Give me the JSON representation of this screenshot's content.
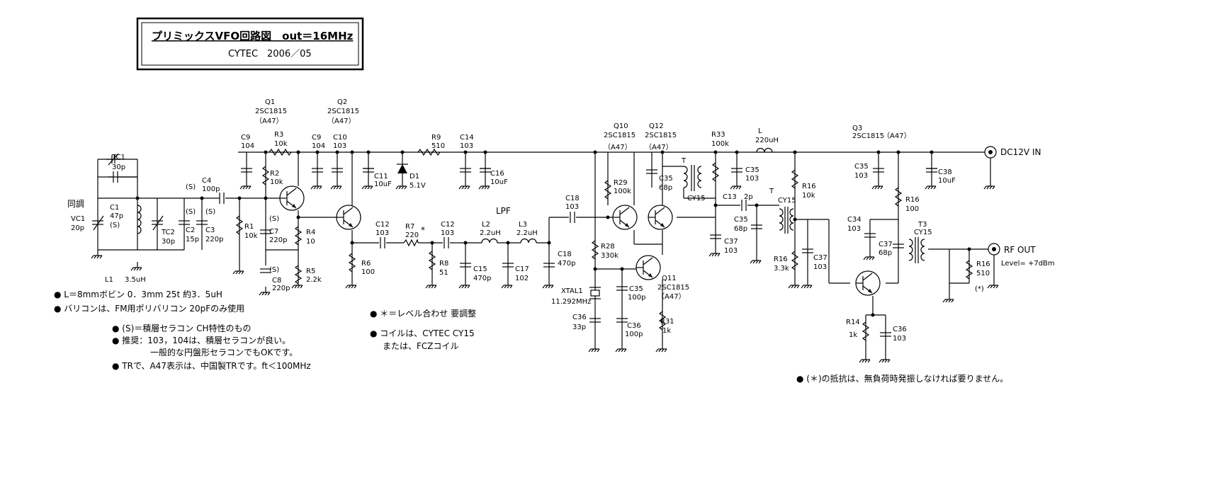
{
  "title": {
    "main": "プリミックスVFO回路図　out＝16MHz",
    "sub": "CYTEC　2006／05"
  },
  "sections": {
    "tuning": "同調",
    "lpf": "LPF",
    "dc_in": "DC12V IN",
    "rf_out": "RF OUT",
    "rf_level": "Level= +7dBm"
  },
  "transistors": [
    {
      "ref": "Q1",
      "part": "2SC1815",
      "mark": "（A47）"
    },
    {
      "ref": "Q2",
      "part": "2SC1815",
      "mark": "（A47）"
    },
    {
      "ref": "Q10",
      "part": "2SC1815",
      "mark": "（A47）"
    },
    {
      "ref": "Q12",
      "part": "2SC1815",
      "mark": "（A47）"
    },
    {
      "ref": "Q11",
      "part": "2SC1815",
      "mark": "（A47）"
    },
    {
      "ref": "Q3",
      "part": "2SC1815",
      "mark": "（A47）"
    }
  ],
  "components": {
    "TC1": {
      "ref": "TC1",
      "val": "30p"
    },
    "C1": {
      "ref": "C1",
      "val": "47p",
      "mark": "(S)"
    },
    "VC1": {
      "ref": "VC1",
      "val": "20p"
    },
    "L1": {
      "ref": "L1",
      "val": "3.5uH"
    },
    "TC2": {
      "ref": "TC2",
      "val": "30p"
    },
    "C2": {
      "ref": "C2",
      "val": "15p"
    },
    "C3": {
      "ref": "C3",
      "val": "220p"
    },
    "C4": {
      "ref": "C4",
      "val": "100p"
    },
    "R1": {
      "ref": "R1",
      "val": "10k"
    },
    "C9a": {
      "ref": "C9",
      "val": "104"
    },
    "R3": {
      "ref": "R3",
      "val": "10k"
    },
    "R2": {
      "ref": "R2",
      "val": "10k"
    },
    "C7": {
      "ref": "C7",
      "val": "220p"
    },
    "C8": {
      "ref": "C8",
      "val": "220p"
    },
    "R4": {
      "ref": "R4",
      "val": "10"
    },
    "R5": {
      "ref": "R5",
      "val": "2.2k"
    },
    "C9b": {
      "ref": "C9",
      "val": "104"
    },
    "C10": {
      "ref": "C10",
      "val": "103"
    },
    "C11": {
      "ref": "C11",
      "val": "10uF"
    },
    "D1": {
      "ref": "D1",
      "val": "5.1V"
    },
    "R9": {
      "ref": "R9",
      "val": "510"
    },
    "C14": {
      "ref": "C14",
      "val": "103"
    },
    "C16": {
      "ref": "C16",
      "val": "10uF"
    },
    "R6": {
      "ref": "R6",
      "val": "100"
    },
    "C12a": {
      "ref": "C12",
      "val": "103"
    },
    "R7": {
      "ref": "R7",
      "val": "220"
    },
    "C12b": {
      "ref": "C12",
      "val": "103"
    },
    "R8": {
      "ref": "R8",
      "val": "51"
    },
    "C15": {
      "ref": "C15",
      "val": "470p"
    },
    "L2": {
      "ref": "L2",
      "val": "2.2uH"
    },
    "C17": {
      "ref": "C17",
      "val": "102"
    },
    "L3": {
      "ref": "L3",
      "val": "2.2uH"
    },
    "C18a": {
      "ref": "C18",
      "val": "470p"
    },
    "C18b": {
      "ref": "C18",
      "val": "103"
    },
    "R28": {
      "ref": "R28",
      "val": "330k"
    },
    "XTAL1": {
      "ref": "XTAL1",
      "val": "11.292MHz"
    },
    "C36a": {
      "ref": "C36",
      "val": "33p"
    },
    "R29": {
      "ref": "R29",
      "val": "100k"
    },
    "C35a": {
      "ref": "C35",
      "val": "100p"
    },
    "C36b": {
      "ref": "C36",
      "val": "100p"
    },
    "R31": {
      "ref": "R31",
      "val": "1k"
    },
    "C35b": {
      "ref": "C35",
      "val": "68p"
    },
    "CY15a": {
      "ref": "T",
      "val": "CY15"
    },
    "R33": {
      "ref": "R33",
      "val": "100k"
    },
    "C35c": {
      "ref": "C35",
      "val": "103"
    },
    "C37a": {
      "ref": "C37",
      "val": "103"
    },
    "C13": {
      "ref": "C13",
      "val": "2p"
    },
    "L": {
      "ref": "L",
      "val": "220uH"
    },
    "CY15b": {
      "ref": "T",
      "val": "CY15"
    },
    "C35d": {
      "ref": "C35",
      "val": "68p"
    },
    "R16a": {
      "ref": "R16",
      "val": "10k"
    },
    "R16b": {
      "ref": "R16",
      "val": "3.3k"
    },
    "C37b": {
      "ref": "C37",
      "val": "103"
    },
    "C35e": {
      "ref": "C35",
      "val": "103"
    },
    "C38": {
      "ref": "C38",
      "val": "10uF"
    },
    "R16c": {
      "ref": "R16",
      "val": "100"
    },
    "C34": {
      "ref": "C34",
      "val": "103"
    },
    "C37c": {
      "ref": "C37",
      "val": "68p"
    },
    "T3": {
      "ref": "T3",
      "val": "CY15"
    },
    "R16d": {
      "ref": "R16",
      "val": "510"
    },
    "R14": {
      "ref": "R14",
      "val": "1k"
    },
    "C36c": {
      "ref": "C36",
      "val": "103"
    }
  },
  "marks": {
    "s": "(S)",
    "star": "*",
    "asterisk_paren": "(*)"
  },
  "notes": {
    "coil": "● L＝8mmボビン  0．3mm  25t  約3．5uH",
    "varicon": "● バリコンは、FM用ポリバリコン  20pFのみ使用",
    "s_def": "● (S)＝積層セラコン  CH特性のもの",
    "recommend": "● 推奨：103，104は、積層セラコンが良い。",
    "recommend2": "一般的な円盤形セラコンでもOKです。",
    "tr": "● TRで、A47表示は、中国製TRです。ft＜100MHz",
    "level": "● ＊＝レベル合わせ  要調整",
    "coil2": "● コイルは、CYTEC  CY15",
    "coil2b": "または、FCZコイル",
    "resistor": "● (＊)の抵抗は、無負荷時発振しなければ要りません。"
  }
}
